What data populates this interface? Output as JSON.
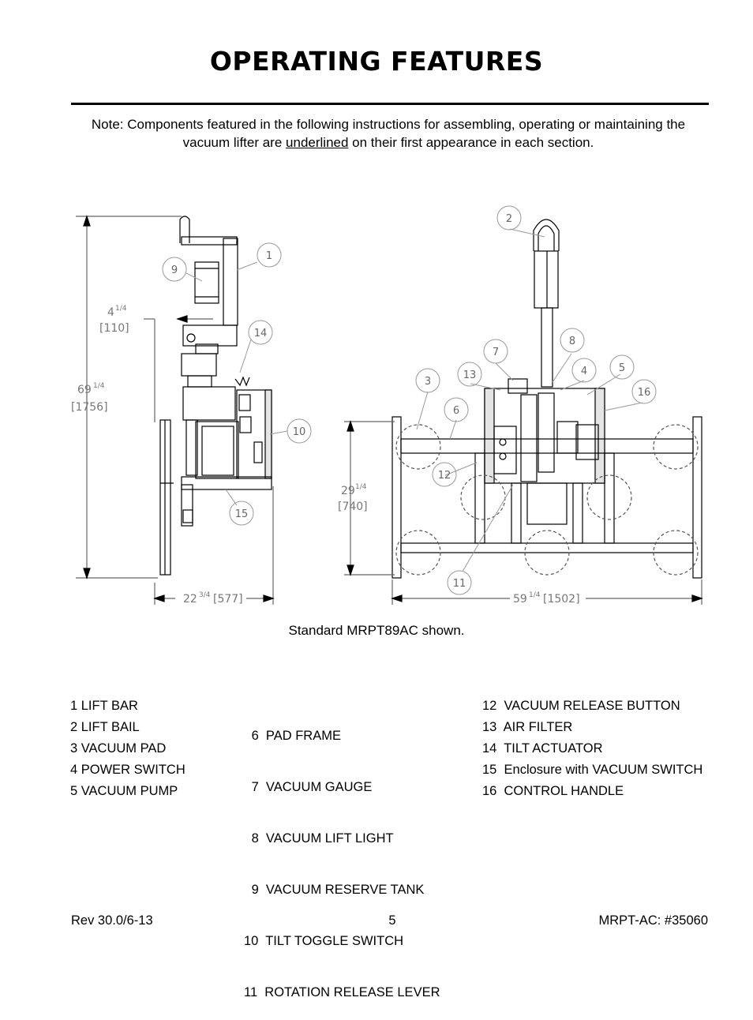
{
  "page": {
    "title": "OPERATING FEATURES",
    "note": {
      "before": "Note:  Components featured in the following instructions for assembling, operating or maintaining the vacuum lifter are ",
      "underlined": "underlined",
      "after": " on their first appearance in each section."
    },
    "caption": "Standard MRPT89AC shown."
  },
  "figure": {
    "dimensions": {
      "height_total": "69",
      "height_total_frac": "1/4",
      "height_total_mm": "[1756]",
      "bail_offset": "4",
      "bail_offset_frac": "1/4",
      "bail_offset_mm": "[110]",
      "depth": "22",
      "depth_frac": "3/4",
      "depth_mm": "[577]",
      "pad_height": "29",
      "pad_height_frac": "1/4",
      "pad_height_mm": "[740]",
      "width": "59",
      "width_frac": "1/4",
      "width_mm": "[1502]"
    },
    "balloons": [
      "1",
      "2",
      "3",
      "4",
      "5",
      "6",
      "7",
      "8",
      "9",
      "10",
      "11",
      "12",
      "13",
      "14",
      "15",
      "16"
    ]
  },
  "legend": {
    "col1": [
      "1  LIFT BAR",
      "2  LIFT BAIL",
      "3  VACUUM PAD",
      "4  POWER SWITCH",
      "5  VACUUM PUMP"
    ],
    "col2": [
      " 6  PAD FRAME",
      " 7  VACUUM GAUGE",
      " 8  VACUUM LIFT LIGHT",
      " 9  VACUUM RESERVE TANK",
      "10  TILT TOGGLE SWITCH",
      "11  ROTATION RELEASE LEVER"
    ],
    "col3": [
      "12  VACUUM RELEASE BUTTON",
      "13  AIR FILTER",
      "14  TILT ACTUATOR",
      "15  Enclosure with VACUUM SWITCH",
      "16  CONTROL HANDLE"
    ]
  },
  "footer": {
    "revision": "Rev 30.0/6-13",
    "page_number": "5",
    "doc_id": "MRPT-AC: #35060"
  }
}
